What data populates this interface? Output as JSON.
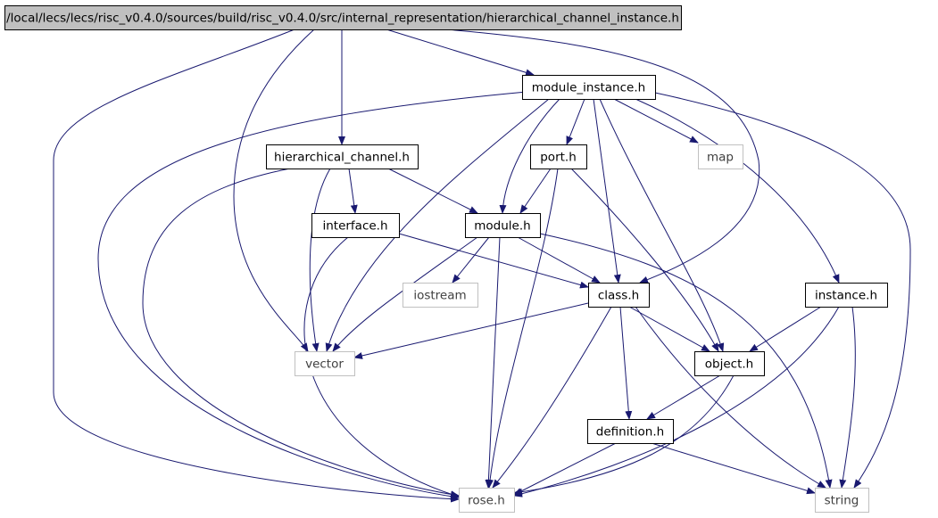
{
  "colors": {
    "edge": "#191970",
    "root_fill": "#c0c0c0",
    "node_border": "#000000",
    "external_border": "#c0c0c0",
    "node_text": "#000000",
    "external_text": "#404040"
  },
  "nodes": [
    {
      "id": "root",
      "label": "/local/lecs/lecs/risc_v0.4.0/sources/build/risc_v0.4.0/src/internal_representation/hierarchical_channel_instance.h",
      "kind": "root"
    },
    {
      "id": "module_instance",
      "label": "module_instance.h",
      "kind": "file"
    },
    {
      "id": "hierarchical_channel",
      "label": "hierarchical_channel.h",
      "kind": "file"
    },
    {
      "id": "port",
      "label": "port.h",
      "kind": "file"
    },
    {
      "id": "map",
      "label": "map",
      "kind": "external"
    },
    {
      "id": "interface",
      "label": "interface.h",
      "kind": "file"
    },
    {
      "id": "module",
      "label": "module.h",
      "kind": "file"
    },
    {
      "id": "iostream",
      "label": "iostream",
      "kind": "external"
    },
    {
      "id": "class",
      "label": "class.h",
      "kind": "file"
    },
    {
      "id": "instance",
      "label": "instance.h",
      "kind": "file"
    },
    {
      "id": "vector",
      "label": "vector",
      "kind": "external"
    },
    {
      "id": "object",
      "label": "object.h",
      "kind": "file"
    },
    {
      "id": "definition",
      "label": "definition.h",
      "kind": "file"
    },
    {
      "id": "rose",
      "label": "rose.h",
      "kind": "external"
    },
    {
      "id": "string",
      "label": "string",
      "kind": "external"
    }
  ],
  "edges": [
    [
      "root",
      "rose"
    ],
    [
      "root",
      "vector"
    ],
    [
      "root",
      "hierarchical_channel"
    ],
    [
      "root",
      "module_instance"
    ],
    [
      "root",
      "class"
    ],
    [
      "module_instance",
      "rose"
    ],
    [
      "module_instance",
      "vector"
    ],
    [
      "module_instance",
      "module"
    ],
    [
      "module_instance",
      "port"
    ],
    [
      "module_instance",
      "class"
    ],
    [
      "module_instance",
      "object"
    ],
    [
      "module_instance",
      "map"
    ],
    [
      "module_instance",
      "instance"
    ],
    [
      "module_instance",
      "string"
    ],
    [
      "hierarchical_channel",
      "rose"
    ],
    [
      "hierarchical_channel",
      "vector"
    ],
    [
      "hierarchical_channel",
      "interface"
    ],
    [
      "hierarchical_channel",
      "module"
    ],
    [
      "port",
      "module"
    ],
    [
      "port",
      "rose"
    ],
    [
      "port",
      "object"
    ],
    [
      "interface",
      "rose"
    ],
    [
      "interface",
      "class"
    ],
    [
      "module",
      "iostream"
    ],
    [
      "module",
      "vector"
    ],
    [
      "module",
      "class"
    ],
    [
      "module",
      "rose"
    ],
    [
      "module",
      "string"
    ],
    [
      "class",
      "vector"
    ],
    [
      "class",
      "rose"
    ],
    [
      "class",
      "definition"
    ],
    [
      "class",
      "object"
    ],
    [
      "class",
      "string"
    ],
    [
      "instance",
      "object"
    ],
    [
      "instance",
      "rose"
    ],
    [
      "instance",
      "string"
    ],
    [
      "object",
      "definition"
    ],
    [
      "object",
      "rose"
    ],
    [
      "definition",
      "rose"
    ],
    [
      "definition",
      "string"
    ]
  ]
}
